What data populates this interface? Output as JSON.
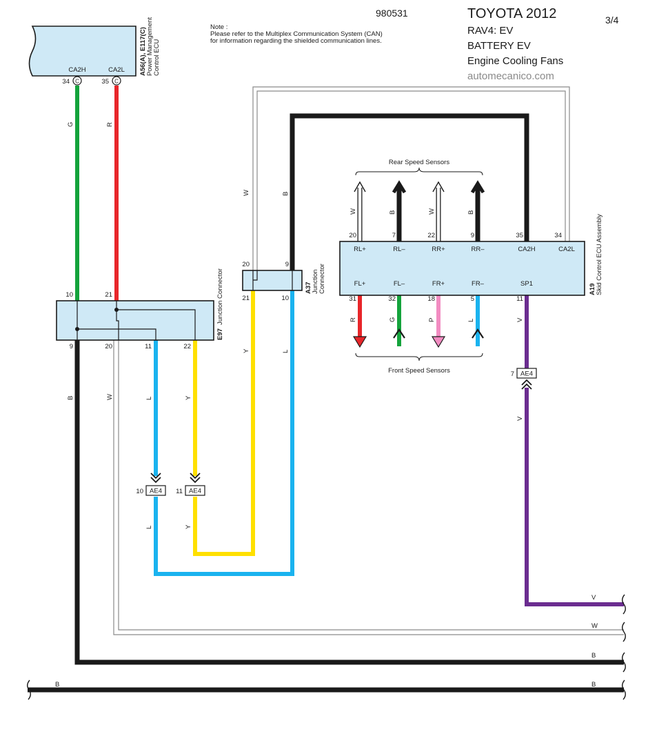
{
  "header": {
    "code": "980531",
    "make": "TOYOTA 2012",
    "model": "RAV4: EV",
    "system": "BATTERY EV",
    "subsystem": "Engine Cooling Fans",
    "site": "automecanico.com",
    "page": "3/4",
    "note_line1": "Note :",
    "note_line2": "Please refer to the Multiplex Communication System (CAN)",
    "note_line3": "for information regarding the shielded communication lines."
  },
  "pm_ecu": {
    "code": "A56(A), E117(C)",
    "name1": "Power Management",
    "name2": "Control ECU",
    "pin_ca2h": "CA2H",
    "pin_ca2l": "CA2L",
    "num_34": "34",
    "num_35": "35",
    "conn": "C"
  },
  "e97": {
    "code": "E97",
    "name": "Junction Connector",
    "p10": "10",
    "p21": "21",
    "p9": "9",
    "p20": "20",
    "p11": "11",
    "p22": "22"
  },
  "a37": {
    "code": "A37",
    "name1": "Junction",
    "name2": "Connector",
    "p20": "20",
    "p9": "9",
    "p21": "21",
    "p10": "10"
  },
  "a19": {
    "code": "A19",
    "name": "Skid Control ECU Assembly",
    "top_pins": [
      "RL+",
      "RL–",
      "RR+",
      "RR–",
      "CA2H",
      "CA2L"
    ],
    "top_nums": [
      "20",
      "7",
      "22",
      "9",
      "35",
      "34"
    ],
    "bottom_pins": [
      "FL+",
      "FL–",
      "FR+",
      "FR–",
      "SP1"
    ],
    "bottom_nums": [
      "31",
      "32",
      "18",
      "5",
      "11"
    ],
    "rear_label": "Rear Speed Sensors",
    "front_label": "Front Speed Sensors"
  },
  "ae4": {
    "label": "AE4",
    "n10": "10",
    "n11": "11",
    "n7": "7"
  },
  "wires": {
    "G": "G",
    "R": "R",
    "W": "W",
    "B": "B",
    "Y": "Y",
    "L": "L",
    "V": "V",
    "P": "P"
  },
  "colors": {
    "black": "#1a1a1a",
    "green": "#14a33c",
    "red": "#e8262a",
    "blue": "#1ab3ef",
    "yellow": "#ffe000",
    "purple": "#6b2d90",
    "pink": "#f28cc2",
    "box": "#cfe9f6"
  }
}
